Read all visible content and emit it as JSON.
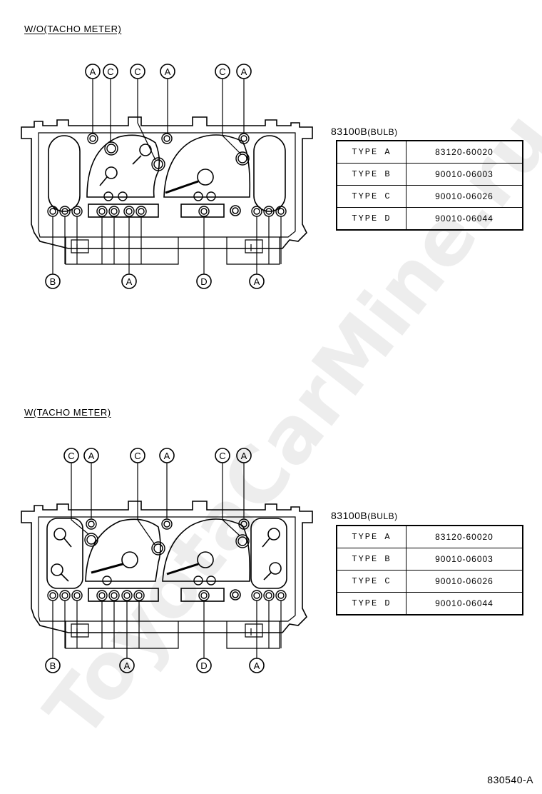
{
  "watermark": "ToyotaCarMine.ru",
  "reference_code": "830540-A",
  "sections": [
    {
      "label": "W/O(TACHO METER)",
      "table_title": "83100B",
      "table_unit": "(BULB)",
      "rows": [
        {
          "type": "TYPE  A",
          "part": "83120-60020"
        },
        {
          "type": "TYPE  B",
          "part": "90010-06003"
        },
        {
          "type": "TYPE  C",
          "part": "90010-06026"
        },
        {
          "type": "TYPE  D",
          "part": "90010-06044"
        }
      ],
      "top_callouts": [
        "A",
        "C",
        "C",
        "A",
        "C",
        "A"
      ],
      "bottom_callouts": [
        "B",
        "A",
        "D",
        "A"
      ]
    },
    {
      "label": "W(TACHO METER)",
      "table_title": "83100B",
      "table_unit": "(BULB)",
      "rows": [
        {
          "type": "TYPE  A",
          "part": "83120-60020"
        },
        {
          "type": "TYPE  B",
          "part": "90010-06003"
        },
        {
          "type": "TYPE  C",
          "part": "90010-06026"
        },
        {
          "type": "TYPE  D",
          "part": "90010-06044"
        }
      ],
      "top_callouts": [
        "C",
        "A",
        "C",
        "A",
        "C",
        "A"
      ],
      "bottom_callouts": [
        "B",
        "A",
        "D",
        "A"
      ]
    }
  ]
}
